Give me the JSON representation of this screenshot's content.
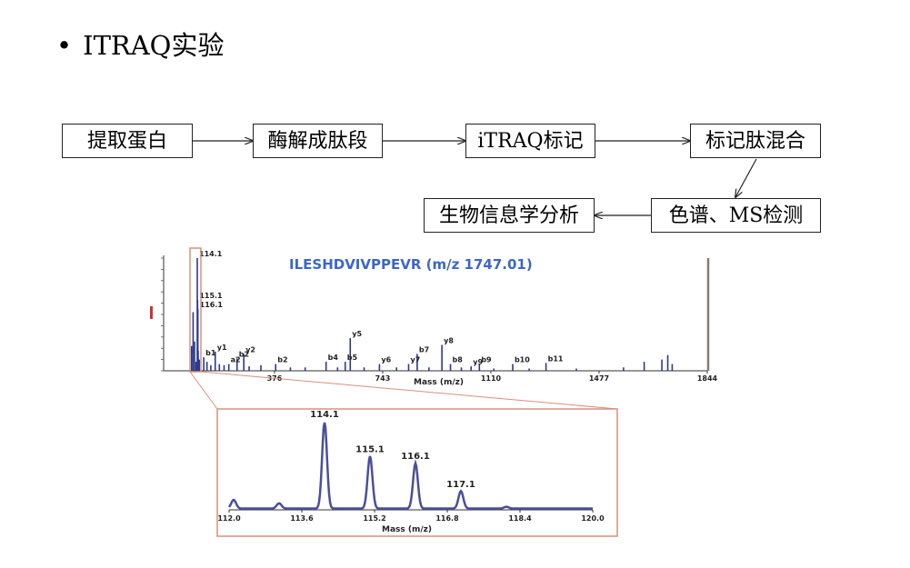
{
  "slide": {
    "bullet": "•",
    "title": "ITRAQ实验"
  },
  "flow": {
    "steps": [
      "提取蛋白",
      "酶解成肽段",
      "iTRAQ标记",
      "标记肽混合",
      "色谱、MS检测",
      "生物信息学分析"
    ]
  },
  "colors": {
    "spectrum": "#2b3a8c",
    "peptide_title": "#3d66c6",
    "zoom_frame": "#d8907c",
    "reporter_peak": "#4a4f9c",
    "axis_label_red": "#cc3333"
  },
  "chart_data": [
    {
      "type": "line",
      "title": "ILESHDVIVPPEVR (m/z 1747.01)",
      "xlabel": "Mass (m/z)",
      "ylabel": "",
      "x_ticks": [
        376,
        743,
        1110,
        1477,
        1844
      ],
      "xlim": [
        0,
        1844
      ],
      "ylim": [
        0,
        100
      ],
      "peak_labels": [
        {
          "label": "114.1",
          "x": 114.1,
          "y": 100
        },
        {
          "label": "115.1",
          "x": 115.1,
          "y": 63
        },
        {
          "label": "116.1",
          "x": 116.1,
          "y": 55
        },
        {
          "label": "b1",
          "x": 136,
          "y": 12
        },
        {
          "label": "y1",
          "x": 175,
          "y": 17
        },
        {
          "label": "a2",
          "x": 221,
          "y": 6
        },
        {
          "label": "b2",
          "x": 249,
          "y": 11
        },
        {
          "label": "y2",
          "x": 272,
          "y": 15
        },
        {
          "label": "b2",
          "x": 380,
          "y": 6
        },
        {
          "label": "b4",
          "x": 551,
          "y": 8
        },
        {
          "label": "b5",
          "x": 616,
          "y": 8
        },
        {
          "label": "y5",
          "x": 633,
          "y": 29
        },
        {
          "label": "y6",
          "x": 732,
          "y": 6
        },
        {
          "label": "y7",
          "x": 831,
          "y": 6
        },
        {
          "label": "b7",
          "x": 860,
          "y": 15
        },
        {
          "label": "y8",
          "x": 944,
          "y": 23
        },
        {
          "label": "b8",
          "x": 973,
          "y": 6
        },
        {
          "label": "y9",
          "x": 1043,
          "y": 4
        },
        {
          "label": "b9",
          "x": 1071,
          "y": 6
        },
        {
          "label": "b10",
          "x": 1184,
          "y": 6
        },
        {
          "label": "b11",
          "x": 1297,
          "y": 7
        }
      ],
      "peaks": [
        {
          "x": 95,
          "y": 22
        },
        {
          "x": 100,
          "y": 52
        },
        {
          "x": 105,
          "y": 26
        },
        {
          "x": 110,
          "y": 8
        },
        {
          "x": 114.1,
          "y": 100
        },
        {
          "x": 115.1,
          "y": 63
        },
        {
          "x": 116.1,
          "y": 55
        },
        {
          "x": 117.1,
          "y": 18
        },
        {
          "x": 121,
          "y": 10
        },
        {
          "x": 136,
          "y": 12
        },
        {
          "x": 147,
          "y": 8
        },
        {
          "x": 160,
          "y": 5
        },
        {
          "x": 175,
          "y": 17
        },
        {
          "x": 189,
          "y": 6
        },
        {
          "x": 205,
          "y": 5
        },
        {
          "x": 221,
          "y": 6
        },
        {
          "x": 249,
          "y": 11
        },
        {
          "x": 272,
          "y": 15
        },
        {
          "x": 290,
          "y": 4
        },
        {
          "x": 330,
          "y": 5
        },
        {
          "x": 380,
          "y": 6
        },
        {
          "x": 430,
          "y": 3
        },
        {
          "x": 480,
          "y": 3
        },
        {
          "x": 551,
          "y": 8
        },
        {
          "x": 590,
          "y": 3
        },
        {
          "x": 616,
          "y": 8
        },
        {
          "x": 633,
          "y": 29
        },
        {
          "x": 680,
          "y": 3
        },
        {
          "x": 732,
          "y": 6
        },
        {
          "x": 790,
          "y": 3
        },
        {
          "x": 831,
          "y": 6
        },
        {
          "x": 860,
          "y": 15
        },
        {
          "x": 900,
          "y": 3
        },
        {
          "x": 944,
          "y": 23
        },
        {
          "x": 973,
          "y": 6
        },
        {
          "x": 1010,
          "y": 3
        },
        {
          "x": 1043,
          "y": 4
        },
        {
          "x": 1071,
          "y": 6
        },
        {
          "x": 1120,
          "y": 2
        },
        {
          "x": 1184,
          "y": 6
        },
        {
          "x": 1240,
          "y": 2
        },
        {
          "x": 1297,
          "y": 7
        },
        {
          "x": 1400,
          "y": 2
        },
        {
          "x": 1560,
          "y": 3
        },
        {
          "x": 1630,
          "y": 8
        },
        {
          "x": 1690,
          "y": 10
        },
        {
          "x": 1710,
          "y": 14
        },
        {
          "x": 1725,
          "y": 6
        }
      ]
    },
    {
      "type": "line",
      "title": "",
      "xlabel": "Mass (m/z)",
      "ylabel": "",
      "x_ticks": [
        112.0,
        113.6,
        115.2,
        116.8,
        118.4,
        120.0
      ],
      "x_tick_labels": [
        "112.0",
        "113.6",
        "115.2",
        "116.8",
        "118.4",
        "120.0"
      ],
      "xlim": [
        112.0,
        120.0
      ],
      "ylim": [
        0,
        100
      ],
      "peaks": [
        {
          "x": 112.1,
          "y": 10,
          "label": ""
        },
        {
          "x": 113.1,
          "y": 6,
          "label": ""
        },
        {
          "x": 114.1,
          "y": 100,
          "label": "114.1"
        },
        {
          "x": 115.1,
          "y": 60,
          "label": "115.1"
        },
        {
          "x": 116.1,
          "y": 52,
          "label": "116.1"
        },
        {
          "x": 117.1,
          "y": 20,
          "label": "117.1"
        },
        {
          "x": 118.1,
          "y": 2,
          "label": ""
        }
      ]
    }
  ]
}
